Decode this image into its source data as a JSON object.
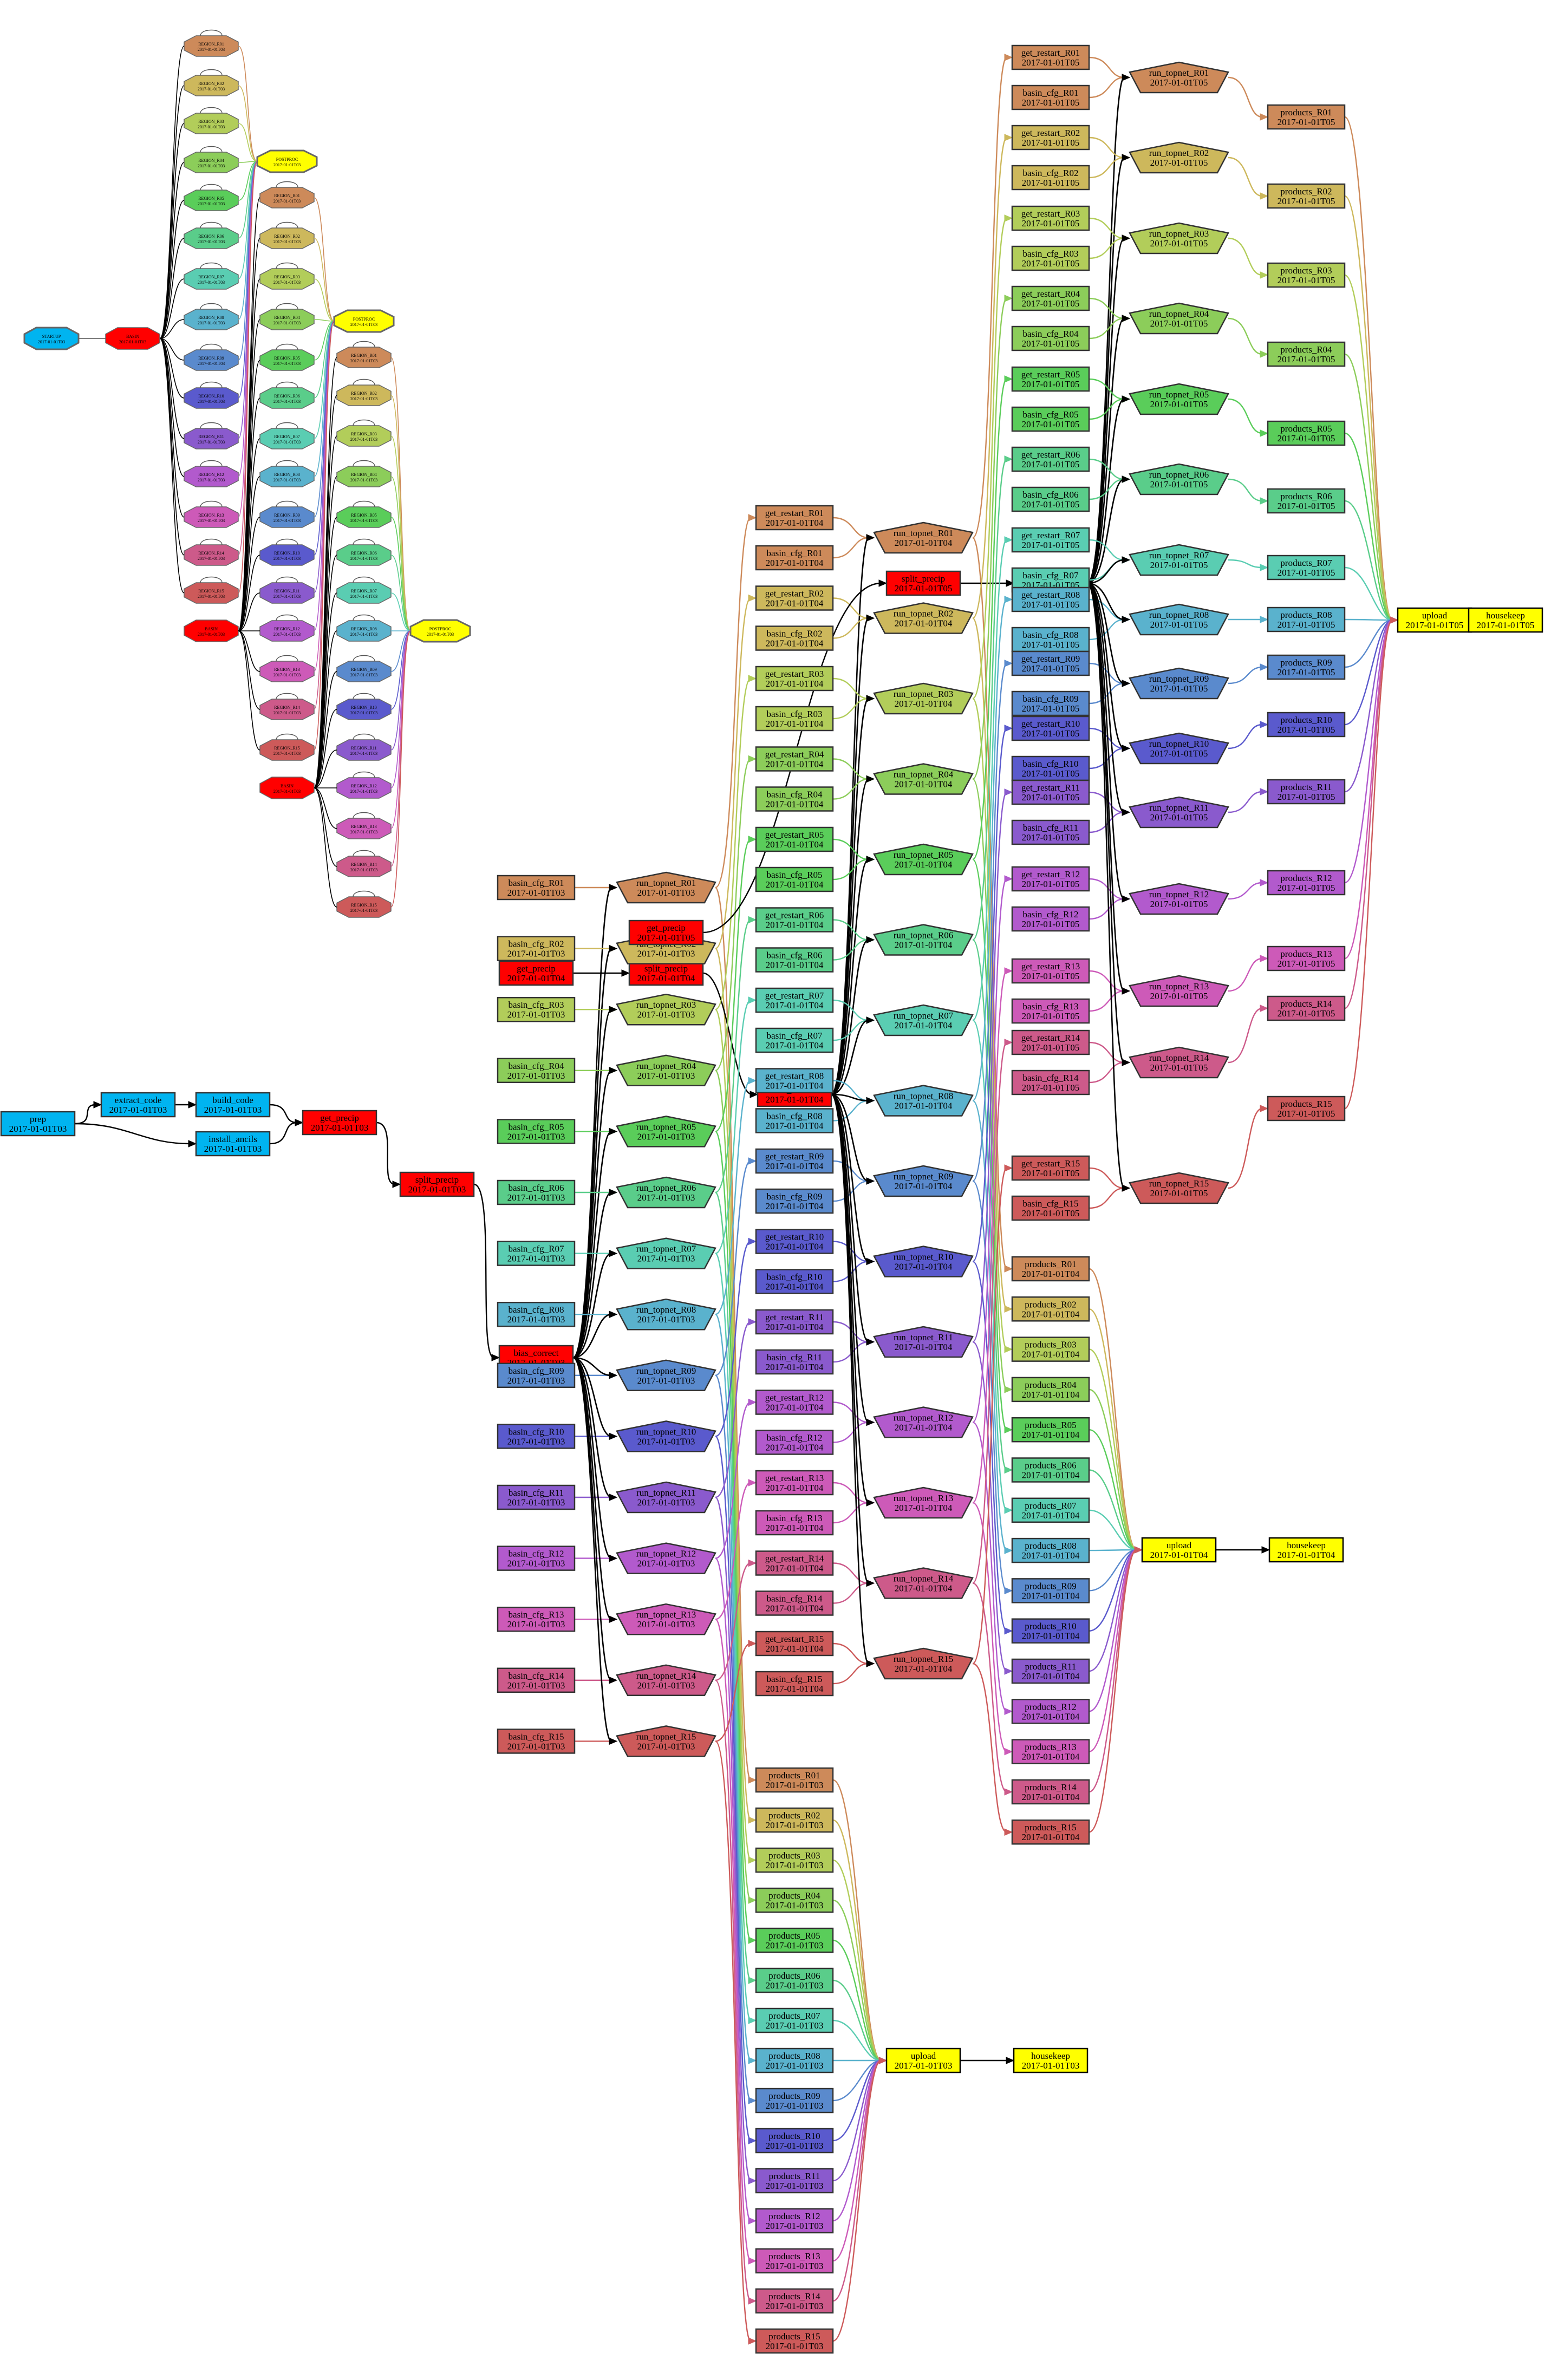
{
  "colors": {
    "R01": "#cd8a5a",
    "R02": "#cdb85c",
    "R03": "#b2cd5a",
    "R04": "#8ccd5a",
    "R05": "#5acd5a",
    "R06": "#5acd8a",
    "R07": "#5acdb2",
    "R08": "#5ab2cd",
    "R09": "#5a8acd",
    "R10": "#5a5acd",
    "R11": "#8a5acd",
    "R12": "#b25acd",
    "R13": "#cd5ab8",
    "R14": "#cd5a8a",
    "R15": "#cd5a5a",
    "cyan": "#00b4f0",
    "red": "#ff0000",
    "yellow": "#ffff00"
  },
  "regions": [
    "R01",
    "R02",
    "R03",
    "R04",
    "R05",
    "R06",
    "R07",
    "R08",
    "R09",
    "R10",
    "R11",
    "R12",
    "R13",
    "R14",
    "R15"
  ],
  "mini": {
    "start": "STARTUP",
    "start_sub": "2017-01-01T03",
    "stage": "BASIN",
    "stage_sub": "2017-01-01T03",
    "region_prefix": "REGION_",
    "region_sub": "2017-01-01T03",
    "post": "POSTPROC",
    "post_sub": "2017-01-01T03"
  },
  "labels": {
    "prep": "prep",
    "extract_code": "extract_code",
    "build_code": "build_code",
    "install_ancils": "install_ancils",
    "get_precip": "get_precip",
    "split_precip": "split_precip",
    "bias_correct": "bias_correct",
    "get_restart": "get_restart_",
    "basin_cfg": "basin_cfg_",
    "run_topnet": "run_topnet_",
    "products": "products_",
    "upload": "upload",
    "housekeep": "housekeep"
  },
  "cycles": {
    "t03": "2017-01-01T03",
    "t04": "2017-01-01T04",
    "t05": "2017-01-01T05"
  }
}
